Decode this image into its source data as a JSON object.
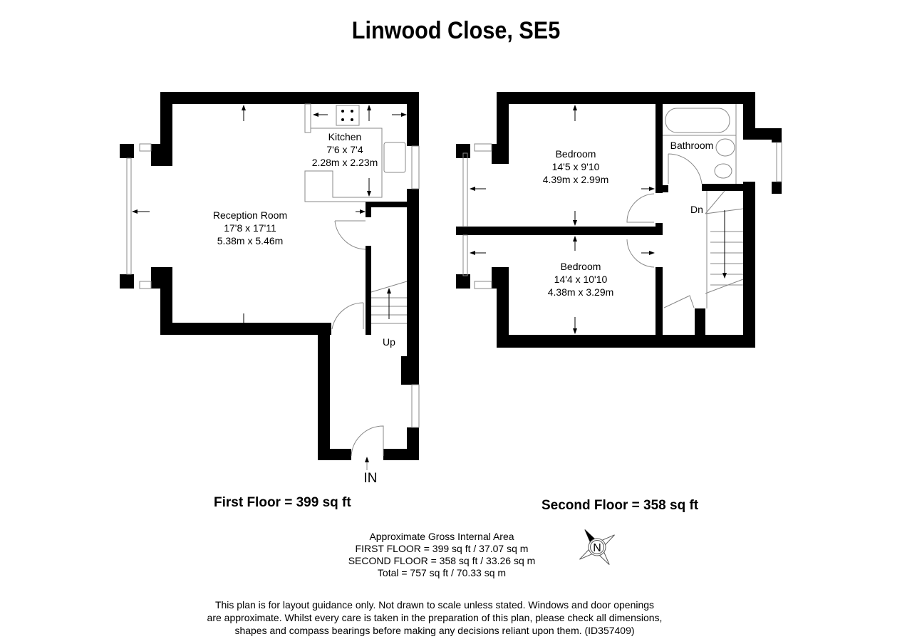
{
  "title": "Linwood Close, SE5",
  "first_floor": {
    "label": "First  Floor = 399 sq ft",
    "rooms": [
      {
        "name": "Reception Room",
        "imperial": "17'8 x 17'11",
        "metric": "5.38m x 5.46m"
      },
      {
        "name": "Kitchen",
        "imperial": "7'6 x 7'4",
        "metric": "2.28m x 2.23m"
      }
    ],
    "stairs_label": "Up",
    "entrance_label": "IN"
  },
  "second_floor": {
    "label": "Second Floor = 358 sq ft",
    "rooms": [
      {
        "name": "Bedroom",
        "imperial": "14'5 x 9'10",
        "metric": "4.39m x 2.99m"
      },
      {
        "name": "Bedroom",
        "imperial": "14'4 x 10'10",
        "metric": "4.38m x 3.29m"
      },
      {
        "name": "Bathroom"
      }
    ],
    "stairs_label": "Dn"
  },
  "area_summary": {
    "heading": "Approximate Gross Internal Area",
    "first": "FIRST FLOOR = 399 sq ft / 37.07 sq m",
    "second": "SECOND FLOOR = 358 sq ft / 33.26 sq m",
    "total": "Total = 757 sq ft / 70.33 sq m"
  },
  "compass": {
    "label": "N"
  },
  "disclaimer": [
    "This plan is for layout guidance only. Not drawn to scale unless stated. Windows and door openings",
    "are approximate. Whilst every care is taken in the preparation of this plan, please check all dimensions,",
    "shapes and compass bearings before making any decisions reliant upon them. (ID357409)"
  ]
}
